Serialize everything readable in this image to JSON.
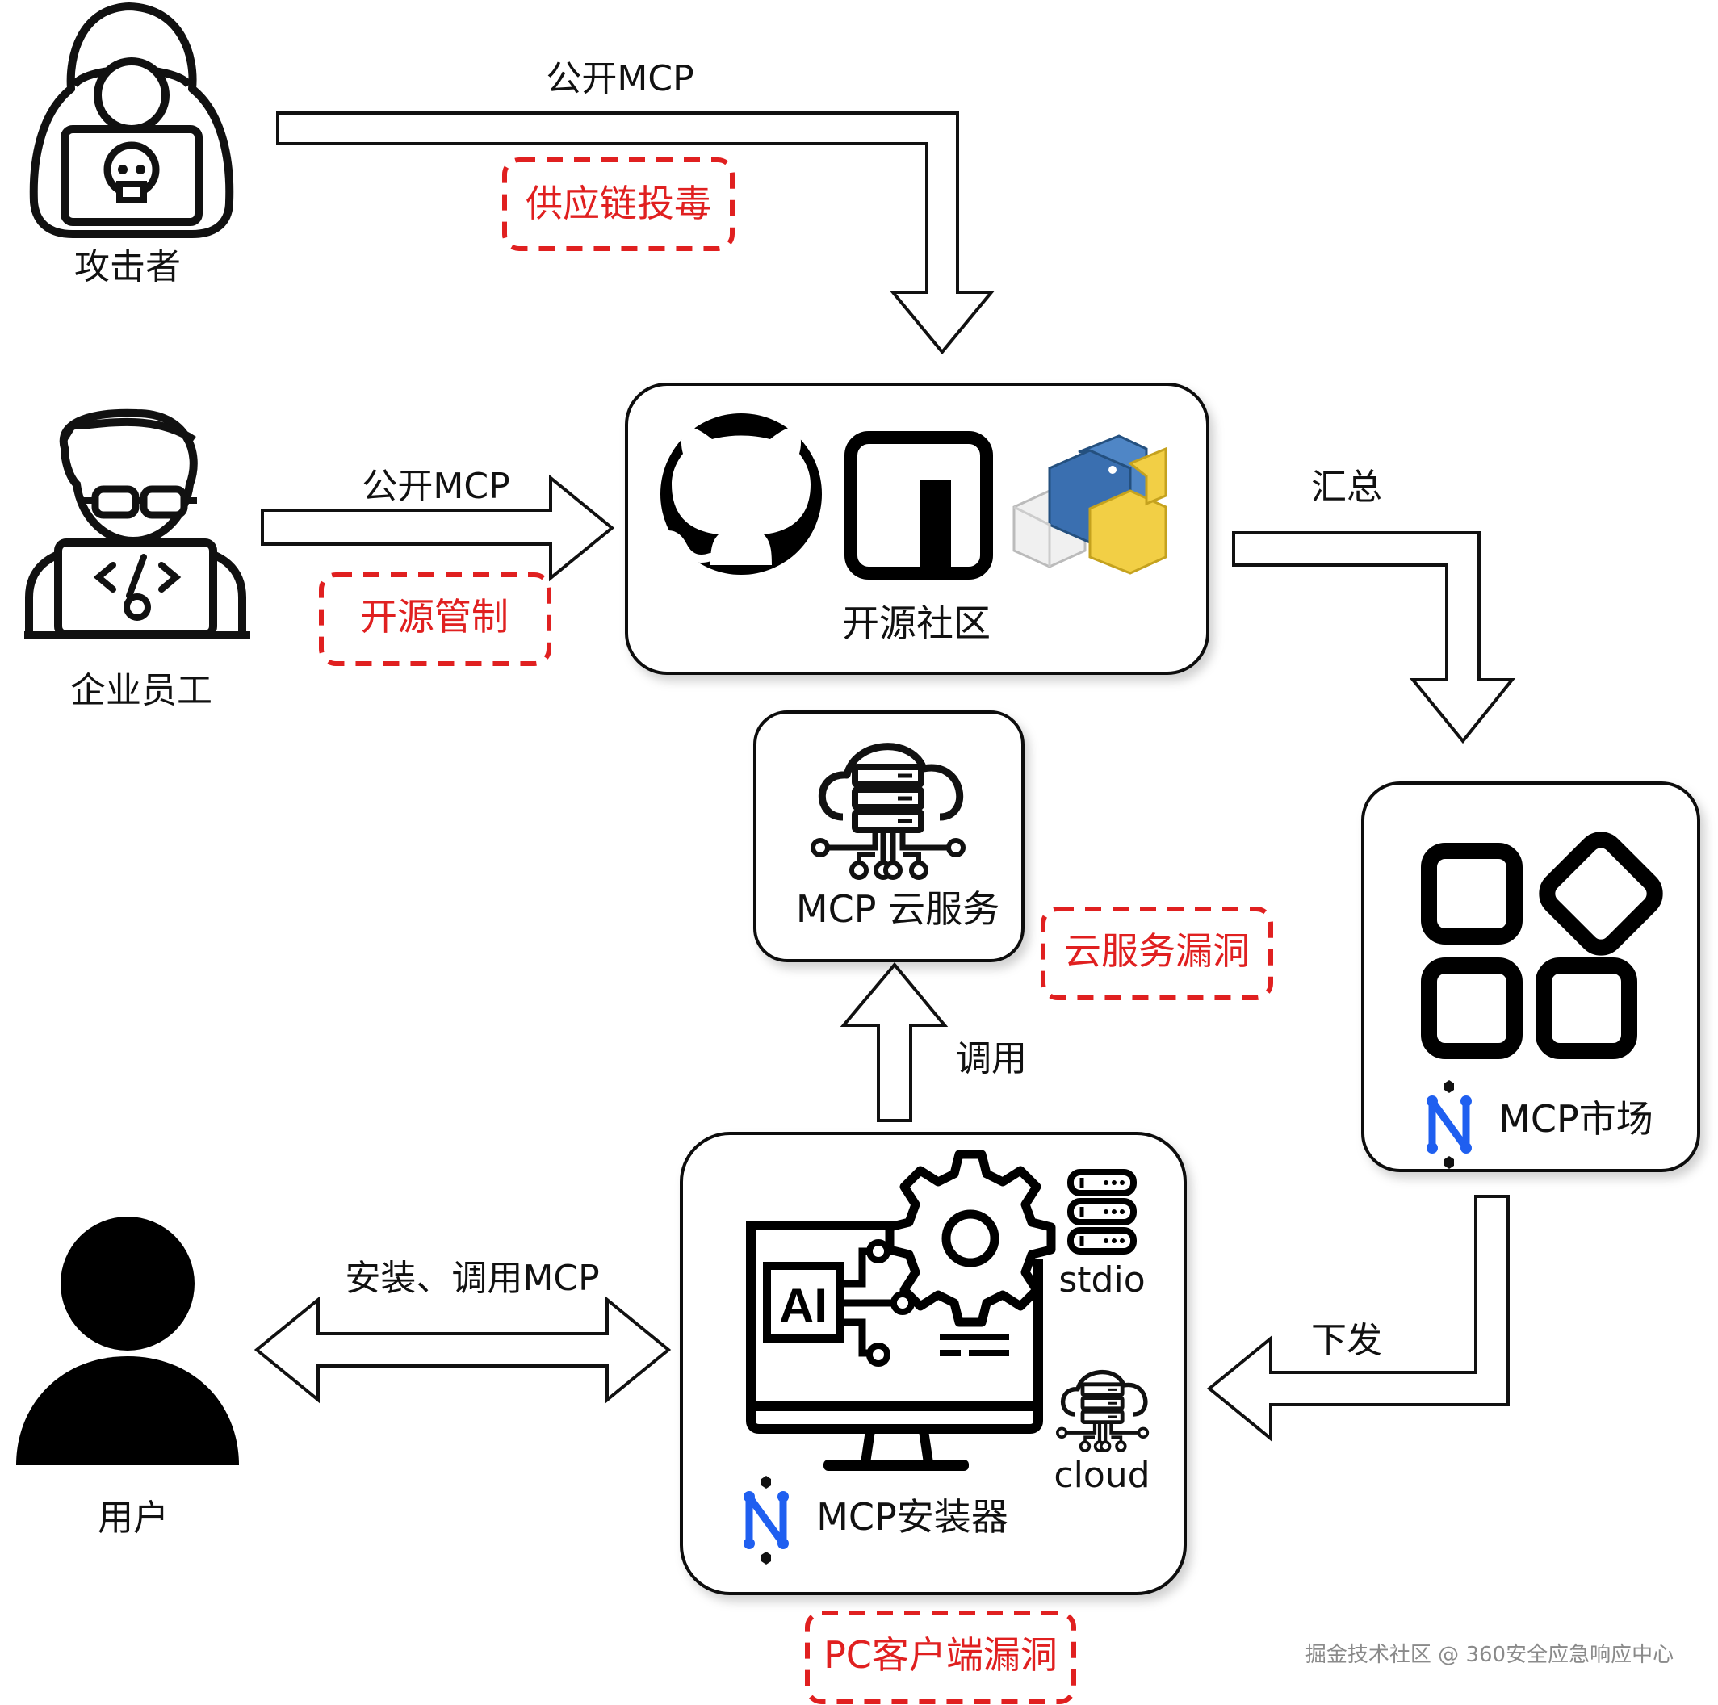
{
  "actors": {
    "attacker": "攻击者",
    "employee": "企业员工",
    "user": "用户"
  },
  "edges": {
    "attacker_publish": "公开MCP",
    "employee_publish": "公开MCP",
    "aggregate": "汇总",
    "distribute": "下发",
    "invoke": "调用",
    "install_invoke": "安装、调用MCP"
  },
  "risks": {
    "supply_chain": "供应链投毒",
    "open_source_control": "开源管制",
    "cloud_vuln": "云服务漏洞",
    "pc_client_vuln": "PC客户端漏洞"
  },
  "nodes": {
    "open_source": "开源社区",
    "cloud_service": "MCP 云服务",
    "market": "MCP市场",
    "installer": "MCP安装器",
    "stdio": "stdio",
    "cloud": "cloud",
    "ai_badge": "AI"
  },
  "watermark": "掘金技术社区 @ 360安全应急响应中心",
  "colors": {
    "stroke": "#111111",
    "risk": "#e02020",
    "logo_blue": "#1f5ff0",
    "py_blue": "#3a6fb0",
    "py_yellow": "#f2cf45"
  }
}
